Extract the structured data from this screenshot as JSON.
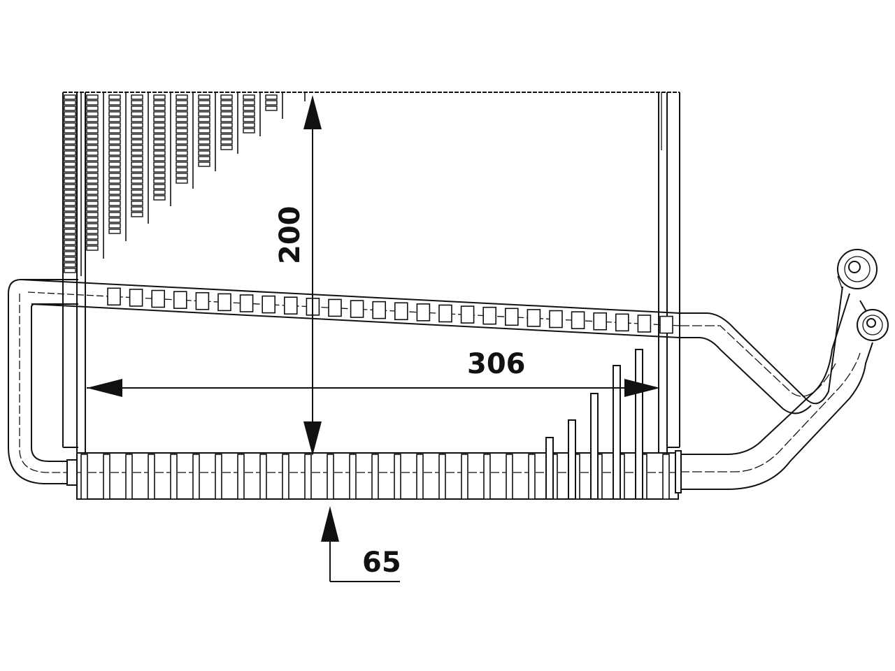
{
  "dimensions": {
    "height": "200",
    "width": "306",
    "depth": "65"
  }
}
